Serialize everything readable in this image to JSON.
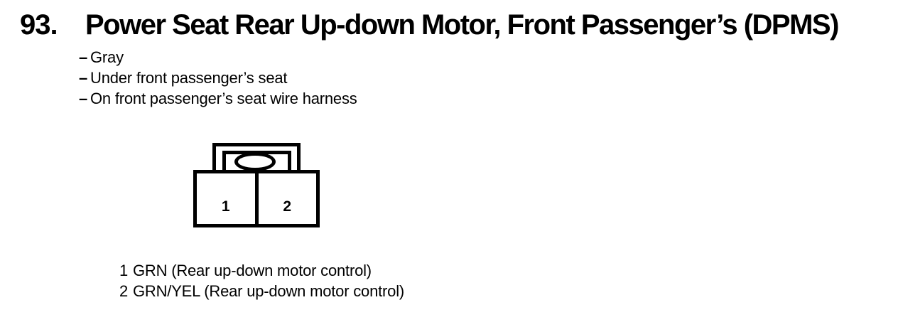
{
  "header": {
    "number": "93.",
    "title": "Power Seat Rear Up-down Motor, Front Passenger’s (DPMS)"
  },
  "notes": {
    "bullet": "–",
    "items": [
      "Gray",
      "Under front passenger’s seat",
      "On front passenger’s seat wire harness"
    ]
  },
  "connector": {
    "description": "2-cavity connector, front view",
    "outline_color": "#000000",
    "fill_color": "#ffffff",
    "cavities": [
      "1",
      "2"
    ]
  },
  "pins": [
    {
      "number": "1",
      "label": "GRN (Rear up-down motor control)"
    },
    {
      "number": "2",
      "label": "GRN/YEL (Rear up-down motor control)"
    }
  ]
}
